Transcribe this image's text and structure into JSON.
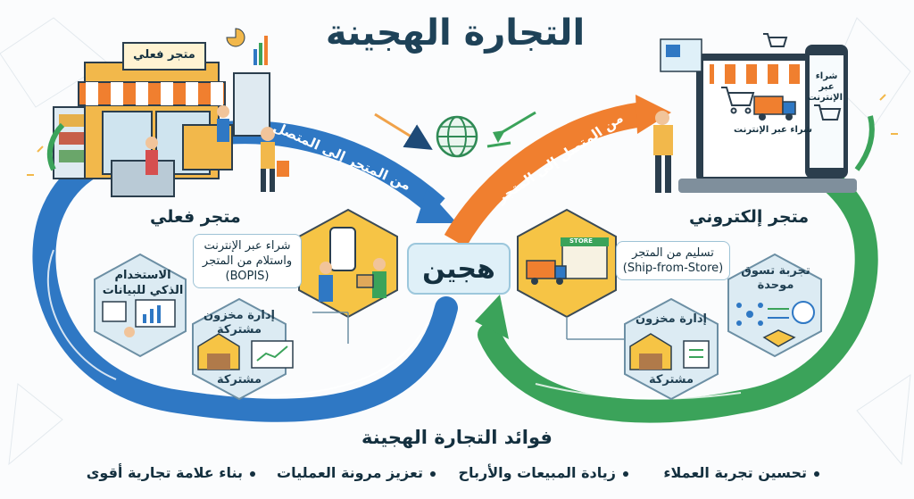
{
  "title": "التجارة الهجينة",
  "hub_label": "هجين",
  "physical_store_label": "متجر فعلي",
  "online_store_label": "متجر إلكتروني",
  "store_sign": "متجر فعلي",
  "arrow_physical_to_online": "من المتجر إلى المتصل",
  "arrow_online_to_physical": "من المتصل إلى المتجر",
  "laptop_screen_text": "شراء عبر الإنترنت",
  "phone_screen_text": "شراء عبر الإنترنت",
  "bopis_text": "شراء عبر الإنترنت واستلام من المتجر (BOPIS)",
  "ai_data_text": "الاستخدام الذكي للبيانات",
  "shared_inventory_left_top": "إدارة مخزون مشتركة",
  "shared_inventory_left_bottom": "مشتركة",
  "ship_from_store_text": "تسليم من المتجر (Ship-from-Store)",
  "store_awning_text": "STORE",
  "shared_inventory_right_top": "إدارة مخزون",
  "shared_inventory_right_bottom": "مشتركة",
  "unified_experience_text": "تجربة تسوق موحدة",
  "benefits_title": "فوائد التجارة الهجينة",
  "benefits": [
    "تحسين تجربة العملاء",
    "زيادة المبيعات والأرباح",
    "تعزيز مرونة العمليات",
    "بناء علامة تجارية أقوى"
  ],
  "colors": {
    "blue_arrow": "#2f78c4",
    "orange_arrow": "#f07f2f",
    "green_arrow": "#3ba35a",
    "hex_yellow": "#f6c445",
    "hex_blue": "#dcebf3",
    "title": "#1e4258"
  },
  "icons": [
    "globe-icon",
    "cart-icon",
    "truck-icon",
    "warehouse-icon",
    "chart-icon",
    "handshake-icon",
    "network-icon",
    "person-icon"
  ]
}
